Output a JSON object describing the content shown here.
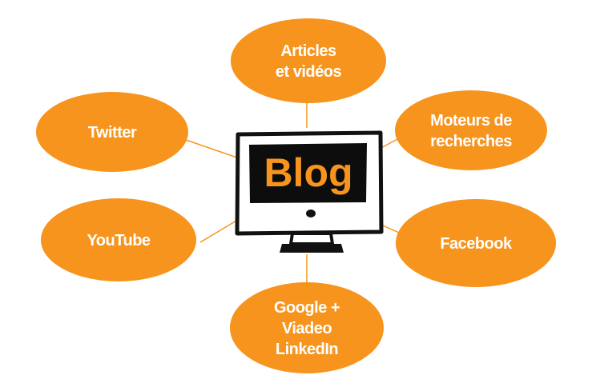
{
  "center": {
    "label": "Blog"
  },
  "nodes": [
    {
      "id": "articles",
      "lines": [
        "Articles",
        "et vidéos"
      ]
    },
    {
      "id": "twitter",
      "lines": [
        "Twitter"
      ]
    },
    {
      "id": "moteurs",
      "lines": [
        "Moteurs de",
        "recherches"
      ]
    },
    {
      "id": "youtube",
      "lines": [
        "YouTube"
      ]
    },
    {
      "id": "facebook",
      "lines": [
        "Facebook"
      ]
    },
    {
      "id": "google",
      "lines": [
        "Google +",
        "Viadeo",
        "LinkedIn"
      ]
    }
  ],
  "colors": {
    "accent": "#f7941d",
    "monitor": "#111111",
    "text": "#ffffff"
  }
}
